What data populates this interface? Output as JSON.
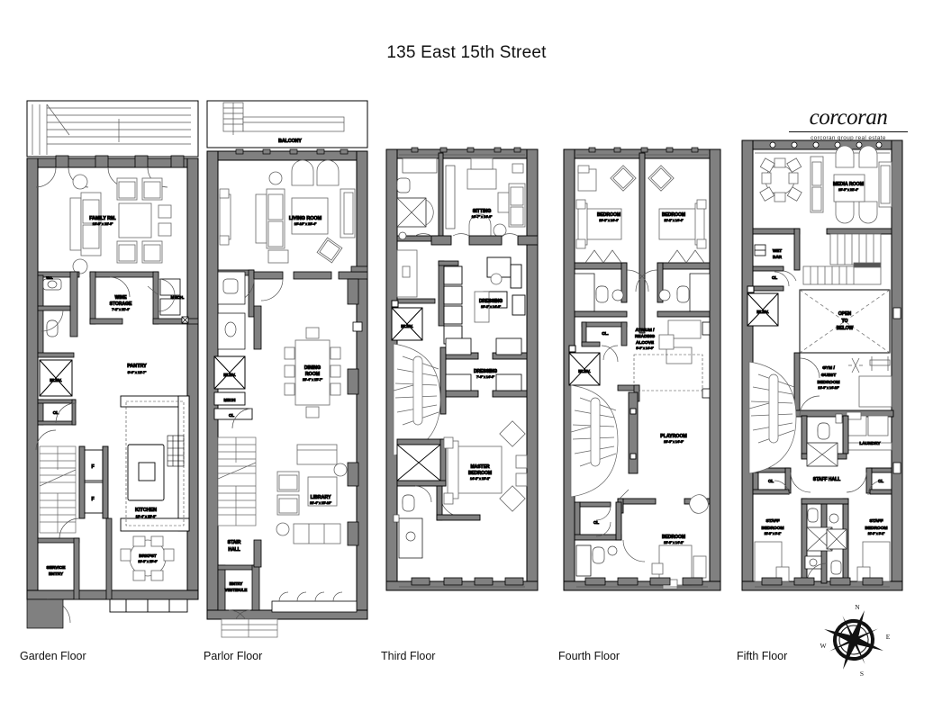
{
  "document": {
    "title": "135 East 15th Street",
    "type": "residential-floor-plan-sheet"
  },
  "logo": {
    "wordmark": "corcoran",
    "tagline": "corcoran group real estate"
  },
  "compass": {
    "north": "N",
    "east": "E",
    "south": "S",
    "west": "W"
  },
  "floors": [
    {
      "key": "garden",
      "caption": "Garden Floor",
      "rooms": [
        {
          "name": "FAMILY RM.",
          "dims": "19'-8\" x 22'-9\""
        },
        {
          "name": "WINE STORAGE",
          "dims": "7'-2\" x 11'-4\""
        },
        {
          "name": "MECH.",
          "dims": ""
        },
        {
          "name": "PANTRY",
          "dims": "8'-6\" x 12'-7\""
        },
        {
          "name": "ELEV.",
          "dims": ""
        },
        {
          "name": "CL",
          "dims": ""
        },
        {
          "name": "KITCHEN",
          "dims": "19'-4\" x 15'-0\""
        },
        {
          "name": "BRKFST",
          "dims": "13'-8\" x 15'-0\""
        },
        {
          "name": "SERVICE ENTRY",
          "dims": ""
        },
        {
          "name": "W.C.",
          "dims": ""
        },
        {
          "name": "F",
          "dims": ""
        },
        {
          "name": "F",
          "dims": ""
        }
      ]
    },
    {
      "key": "parlor",
      "caption": "Parlor Floor",
      "rooms": [
        {
          "name": "BALCONY",
          "dims": ""
        },
        {
          "name": "LIVING ROOM",
          "dims": "16'-10\" x 23'-4\""
        },
        {
          "name": "DINING ROOM",
          "dims": "23'-4\" x 15'-7\""
        },
        {
          "name": "LIBRARY",
          "dims": "22'-4\" x 15'-10\""
        },
        {
          "name": "STAIR HALL",
          "dims": ""
        },
        {
          "name": "ENTRY VESTIBULE",
          "dims": ""
        },
        {
          "name": "ELEV.",
          "dims": ""
        },
        {
          "name": "MECH",
          "dims": ""
        },
        {
          "name": "CL",
          "dims": ""
        }
      ]
    },
    {
      "key": "third",
      "caption": "Third Floor",
      "rooms": [
        {
          "name": "SITTING",
          "dims": "16'-7\" x 14'-6\""
        },
        {
          "name": "DRESSING",
          "dims": "10'-2\" x 14'-6\""
        },
        {
          "name": "DRESSING",
          "dims": "7'-6\" x 14'-6\""
        },
        {
          "name": "MASTER BEDROOM",
          "dims": "14'-8\" x 19'-2\""
        },
        {
          "name": "ELEV.",
          "dims": ""
        }
      ]
    },
    {
      "key": "fourth",
      "caption": "Fourth Floor",
      "rooms": [
        {
          "name": "BEDROOM",
          "dims": "10'-8\" x 14'-4\""
        },
        {
          "name": "BEDROOM",
          "dims": "11'-2\" x 14'-4\""
        },
        {
          "name": "ATRIUM / READING ALCOVE",
          "dims": "8'-0\" x 14'-0\""
        },
        {
          "name": "PLAYROOM",
          "dims": "18'-0\" x 14'-0\""
        },
        {
          "name": "BEDROOM",
          "dims": "13'-0\" x 14'-2\""
        },
        {
          "name": "ELEV.",
          "dims": ""
        },
        {
          "name": "CL.",
          "dims": ""
        },
        {
          "name": "CL",
          "dims": ""
        }
      ]
    },
    {
      "key": "fifth",
      "caption": "Fifth Floor",
      "rooms": [
        {
          "name": "MEDIA ROOM",
          "dims": "16'-9\" x 22'-4\""
        },
        {
          "name": "WET BAR",
          "dims": ""
        },
        {
          "name": "OPEN TO BELOW",
          "dims": ""
        },
        {
          "name": "GYM / GUEST BEDROOM",
          "dims": "12'-6\" x 14'-10\""
        },
        {
          "name": "LAUNDRY",
          "dims": ""
        },
        {
          "name": "STAFF HALL",
          "dims": ""
        },
        {
          "name": "STAFF BEDROOM",
          "dims": "11'-8\" x 8'-1\""
        },
        {
          "name": "STAFF BEDROOM",
          "dims": "11'-8\" x 8'-1\""
        },
        {
          "name": "ELEV.",
          "dims": ""
        },
        {
          "name": "CL",
          "dims": ""
        },
        {
          "name": "CL",
          "dims": ""
        }
      ]
    }
  ],
  "colors": {
    "wall_fill": "#808080",
    "wall_stroke": "#000000",
    "furniture_stroke": "#5a5a5a",
    "background": "#ffffff",
    "text": "#111111"
  }
}
